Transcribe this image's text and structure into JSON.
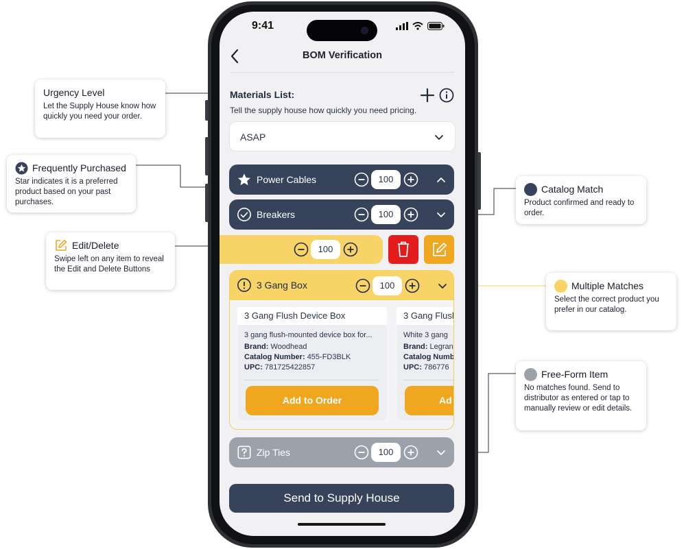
{
  "status_bar": {
    "time": "9:41"
  },
  "nav": {
    "title": "BOM Verification"
  },
  "materials": {
    "title": "Materials List:",
    "subtitle": "Tell the supply house how quickly you need pricing.",
    "urgency_value": "ASAP"
  },
  "rows": {
    "power_cables": {
      "label": "Power Cables",
      "qty": "100"
    },
    "breakers": {
      "label": "Breakers",
      "qty": "100"
    },
    "swipe_item": {
      "qty": "100"
    },
    "gang_box": {
      "label": "3 Gang Box",
      "qty": "100"
    },
    "zip_ties": {
      "label": "Zip Ties",
      "qty": "100"
    }
  },
  "products": [
    {
      "name": "3 Gang Flush Device Box",
      "desc": "3 gang flush-mounted device box for...",
      "brand_label": "Brand:",
      "brand": "Woodhead",
      "catalog_label": "Catalog Number:",
      "catalog": "455-FD3BLK",
      "upc_label": "UPC:",
      "upc": "781725422857",
      "button": "Add to Order"
    },
    {
      "name": "3 Gang Flush",
      "desc": "White 3 gang",
      "brand_label": "Brand:",
      "brand": "Legran",
      "catalog_label": "Catalog Numb",
      "catalog": "",
      "upc_label": "UPC:",
      "upc": "786776",
      "button": "Ad"
    }
  ],
  "send_button": "Send to Supply House",
  "callouts": {
    "urgency": {
      "title": "Urgency Level",
      "desc": "Let the Supply House know how quickly you need your order."
    },
    "frequent": {
      "title": "Frequently Purchased",
      "desc": "Star indicates it is a preferred product based on your past purchases."
    },
    "edit_delete": {
      "title": "Edit/Delete",
      "desc": "Swipe left on any item to reveal the Edit and Delete Buttons"
    },
    "catalog_match": {
      "title": "Catalog Match",
      "desc": "Product confirmed and ready to order."
    },
    "multiple": {
      "title": "Multiple Matches",
      "desc": "Select the correct product you prefer in our catalog."
    },
    "freeform": {
      "title": "Free-Form Item",
      "desc": "No matches found. Send to distributor as entered or tap to manually review or edit details."
    }
  },
  "colors": {
    "navy": "#37435a",
    "yellow": "#f8d466",
    "orange": "#f0a61f",
    "gray": "#9ca2ab",
    "red": "#e51c1c"
  }
}
